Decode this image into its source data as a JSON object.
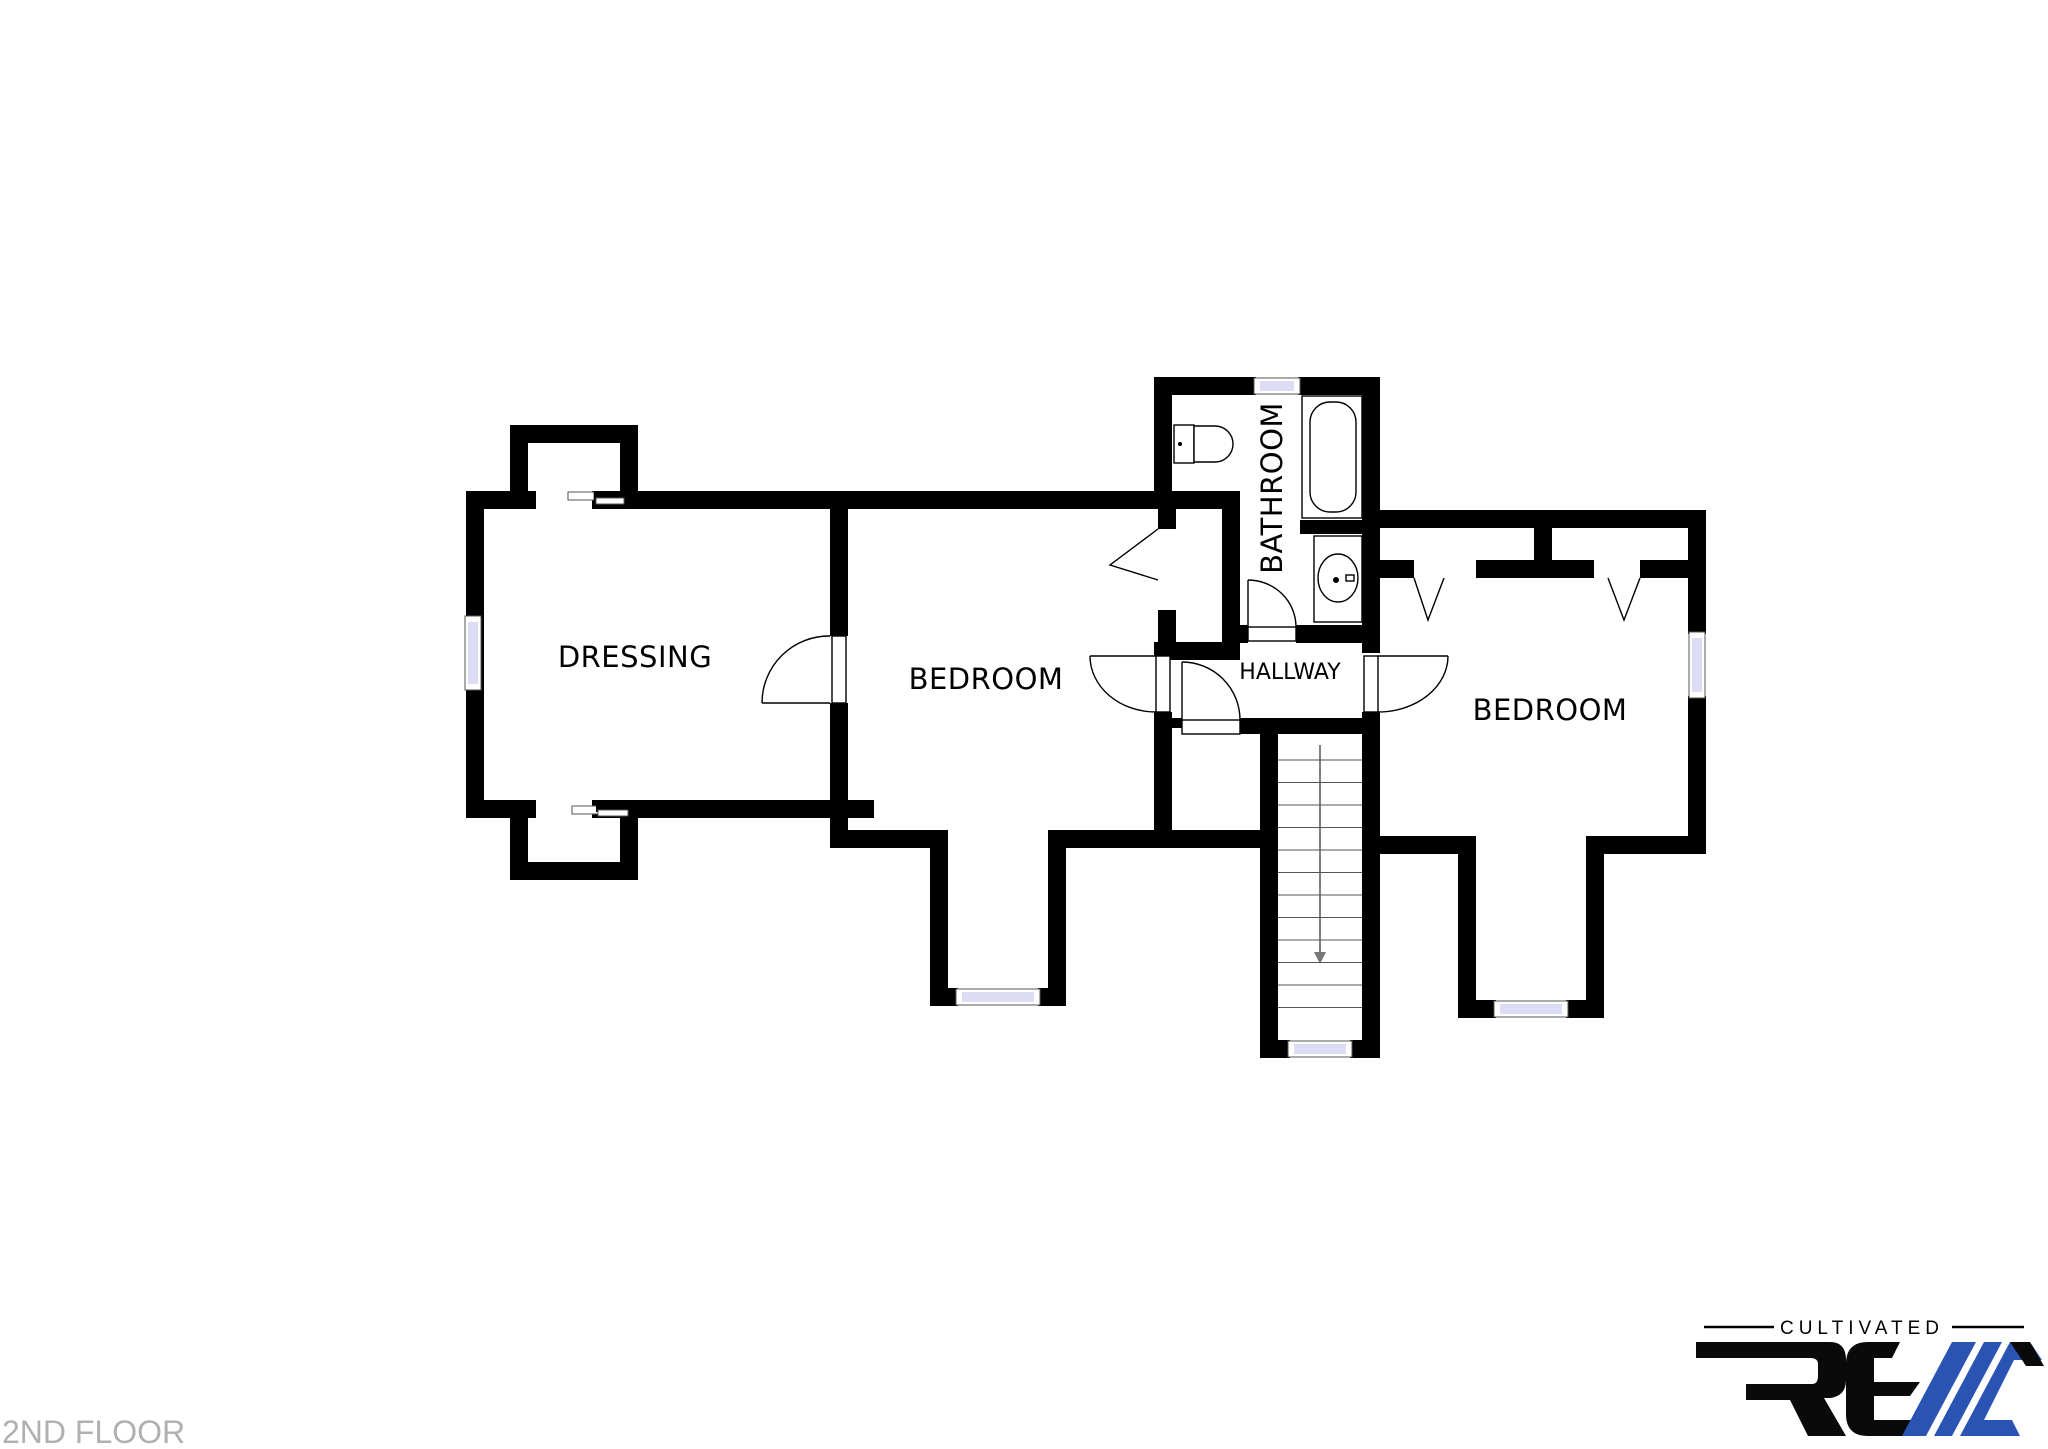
{
  "floor": {
    "label": "2ND FLOOR"
  },
  "rooms": {
    "dressing": "DRESSING",
    "bedroom_left": "BEDROOM",
    "bathroom": "BATHROOM",
    "hallway": "HALLWAY",
    "bedroom_right": "BEDROOM"
  },
  "logo": {
    "tagline": "CULTIVATED",
    "colors": {
      "dark": "#0a0a0a",
      "accent": "#2a54b4"
    }
  }
}
